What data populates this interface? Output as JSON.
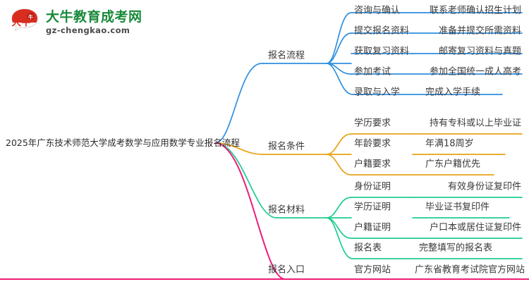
{
  "logo": {
    "mark_name": "daniu-bull-logo",
    "mark_text": "大牛",
    "title": "大牛教育成考网",
    "subtitle": "gz-chengkao.com",
    "title_color": "#19893b",
    "mark_color": "#d92d20"
  },
  "mindmap": {
    "type": "mindmap",
    "root": {
      "label": "2025年广东技术师范大学成考数学与应用数学专业报名流程"
    },
    "branches": [
      {
        "label": "报名流程",
        "color": "#2f8fe0",
        "children": [
          {
            "label": "咨询与确认",
            "detail": "联系老师确认招生计划"
          },
          {
            "label": "提交报名资料",
            "detail": "准备并提交所需资料"
          },
          {
            "label": "获取复习资料",
            "detail": "邮寄复习资料与真题"
          },
          {
            "label": "参加考试",
            "detail": "参加全国统一成人高考"
          },
          {
            "label": "录取与入学",
            "detail": "完成入学手续"
          }
        ]
      },
      {
        "label": "报名条件",
        "color": "#e8a317",
        "children": [
          {
            "label": "学历要求",
            "detail": "持有专科或以上毕业证"
          },
          {
            "label": "年龄要求",
            "detail": "年满18周岁"
          },
          {
            "label": "户籍要求",
            "detail": "广东户籍优先"
          }
        ]
      },
      {
        "label": "报名材料",
        "color": "#1ecd8f",
        "children": [
          {
            "label": "身份证明",
            "detail": "有效身份证复印件"
          },
          {
            "label": "学历证明",
            "detail": "毕业证书复印件"
          },
          {
            "label": "户籍证明",
            "detail": "户口本或居住证复印件"
          },
          {
            "label": "报名表",
            "detail": "完整填写的报名表"
          }
        ]
      },
      {
        "label": "报名入口",
        "color": "#ee1c78",
        "children": [
          {
            "label": "官方网站",
            "detail": "广东省教育考试院官方网站"
          }
        ]
      }
    ]
  }
}
